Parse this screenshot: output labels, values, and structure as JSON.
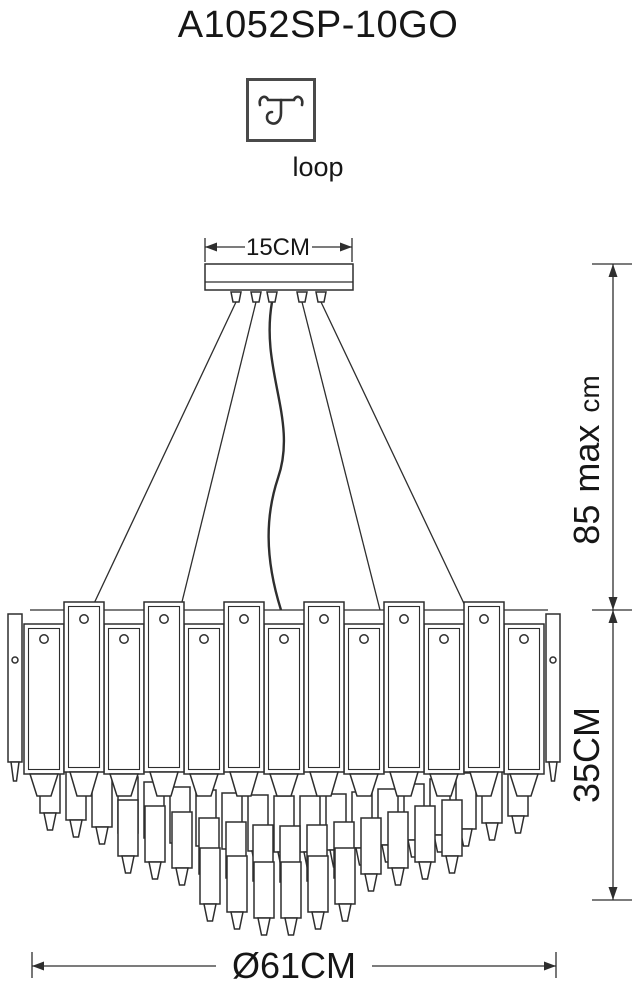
{
  "title": "A1052SP-10GO",
  "hook_icon": {
    "label": "loop"
  },
  "dimensions": {
    "canopy_width": "15CM",
    "max_height": {
      "value": "85",
      "label": "max",
      "unit": "cm"
    },
    "body_height": "35CM",
    "diameter": "Ø61CM"
  },
  "colors": {
    "line": "#2e2e2e",
    "text": "#161616"
  }
}
